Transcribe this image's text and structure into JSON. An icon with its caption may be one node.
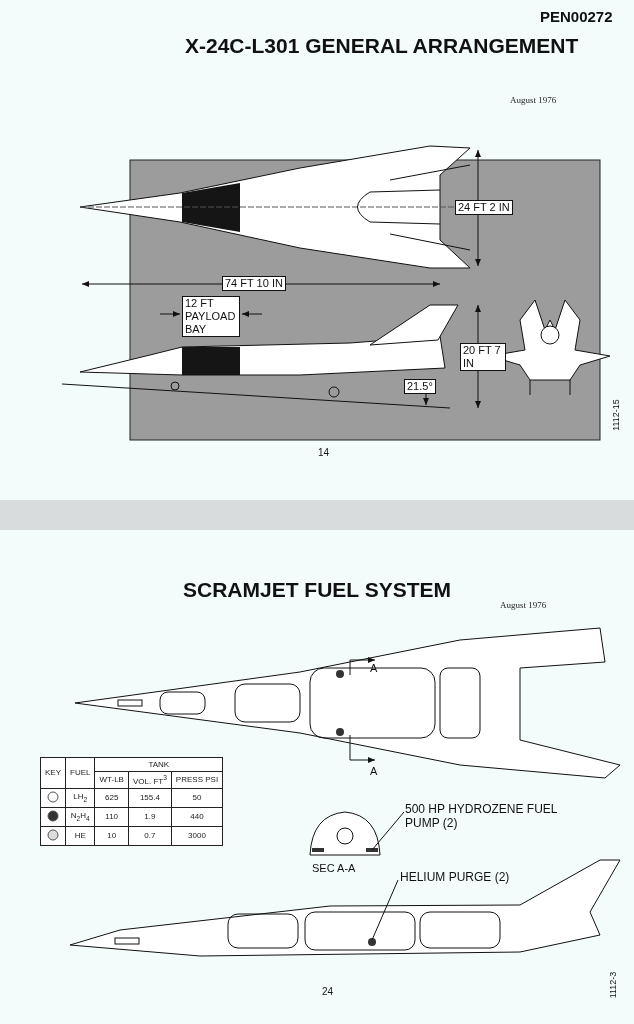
{
  "diagram": {
    "title": "X-24C-L301 GENERAL ARRANGEMENT",
    "nodes": [
      {
        "text": [
          "500 HP HYDROZENE FUEL PUMP (2)"
        ]
      },
      {
        "text": [
          "HELIUM PURGE (2)"
        ]
      }
    ],
    "edges": [
      {
        "from": 0,
        "to": null,
        "arrow": "none"
      },
      {
        "from": 1,
        "to": null,
        "arrow": "none"
      }
    ],
    "labels": [
      "PEN00272",
      "August 1976",
      "24 FT 2 IN",
      "74 FT 10 IN",
      "12 FT PAYLOAD BAY",
      "20 FT 7 IN",
      "21.5°",
      "14",
      "1112-15",
      "SCRAMJET FUEL SYSTEM",
      "August 1976",
      "A",
      "A",
      "TANK",
      "KEY",
      "FUEL",
      "WT-LB",
      "VOL. FT$^{3}$",
      "PRESS PSI",
      "LH$_{2}$",
      "625",
      "155.4",
      "50",
      "N$_{2}$H$_{4}$",
      "110",
      "1.9",
      "440",
      "HE",
      "10",
      "0.7",
      "3000",
      "SEC A-A",
      "24",
      "1112-3"
    ]
  }
}
